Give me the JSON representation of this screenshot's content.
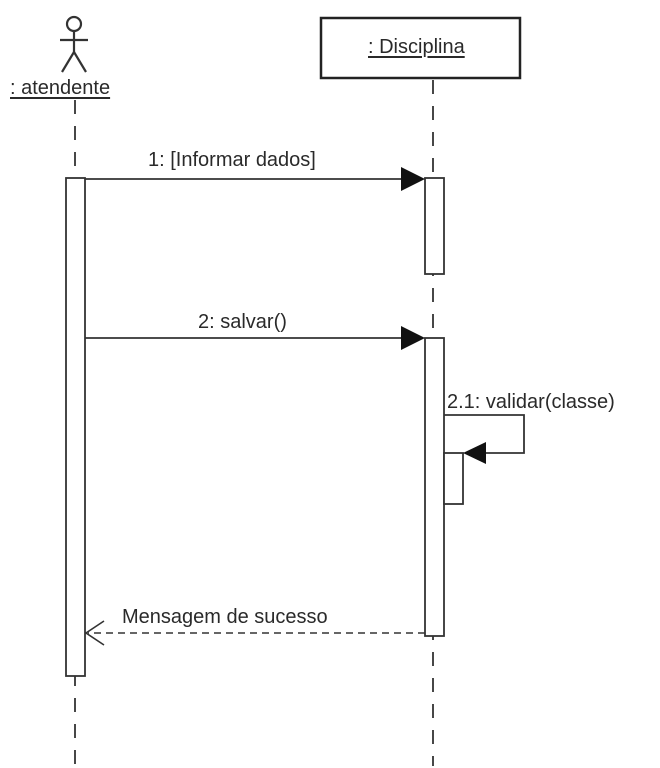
{
  "actor": {
    "name": ": atendente",
    "icon": "stick-figure-icon"
  },
  "object": {
    "name": ": Disciplina"
  },
  "messages": [
    {
      "id": "1",
      "label": "1: [Informar dados]",
      "kind": "synchronous"
    },
    {
      "id": "2",
      "label": "2: salvar()",
      "kind": "synchronous"
    },
    {
      "id": "2.1",
      "label": "2.1: validar(classe)",
      "kind": "self-call"
    },
    {
      "id": "3",
      "label": "Mensagem de sucesso",
      "kind": "return"
    }
  ],
  "colors": {
    "line": "#333333",
    "text": "#2a2a2a",
    "background": "#ffffff"
  }
}
